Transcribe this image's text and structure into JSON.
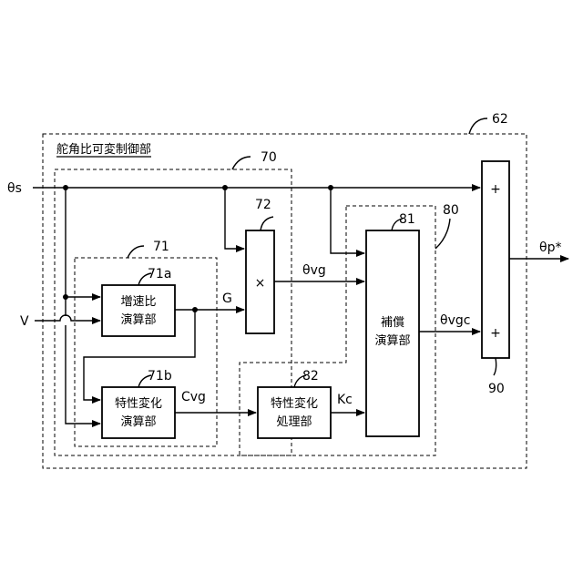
{
  "outer_box": {
    "ref": "62",
    "title": "舵角比可変制御部"
  },
  "group_70": {
    "ref": "70"
  },
  "group_71": {
    "ref": "71"
  },
  "group_80": {
    "ref": "80"
  },
  "blocks": {
    "b71a": {
      "ref": "71a",
      "line1": "増速比",
      "line2": "演算部"
    },
    "b71b": {
      "ref": "71b",
      "line1": "特性変化",
      "line2": "演算部"
    },
    "b72": {
      "ref": "72",
      "symbol": "×"
    },
    "b81": {
      "ref": "81",
      "line1": "補償",
      "line2": "演算部"
    },
    "b82": {
      "ref": "82",
      "line1": "特性変化",
      "line2": "処理部"
    },
    "b90": {
      "ref": "90",
      "plus_top": "+",
      "plus_bottom": "+"
    }
  },
  "signals": {
    "theta_s": "θs",
    "v": "V",
    "g": "G",
    "cvg": "Cvg",
    "theta_vg": "θvg",
    "kc": "Kc",
    "theta_vgc": "θvgc",
    "theta_p": "θp*"
  }
}
